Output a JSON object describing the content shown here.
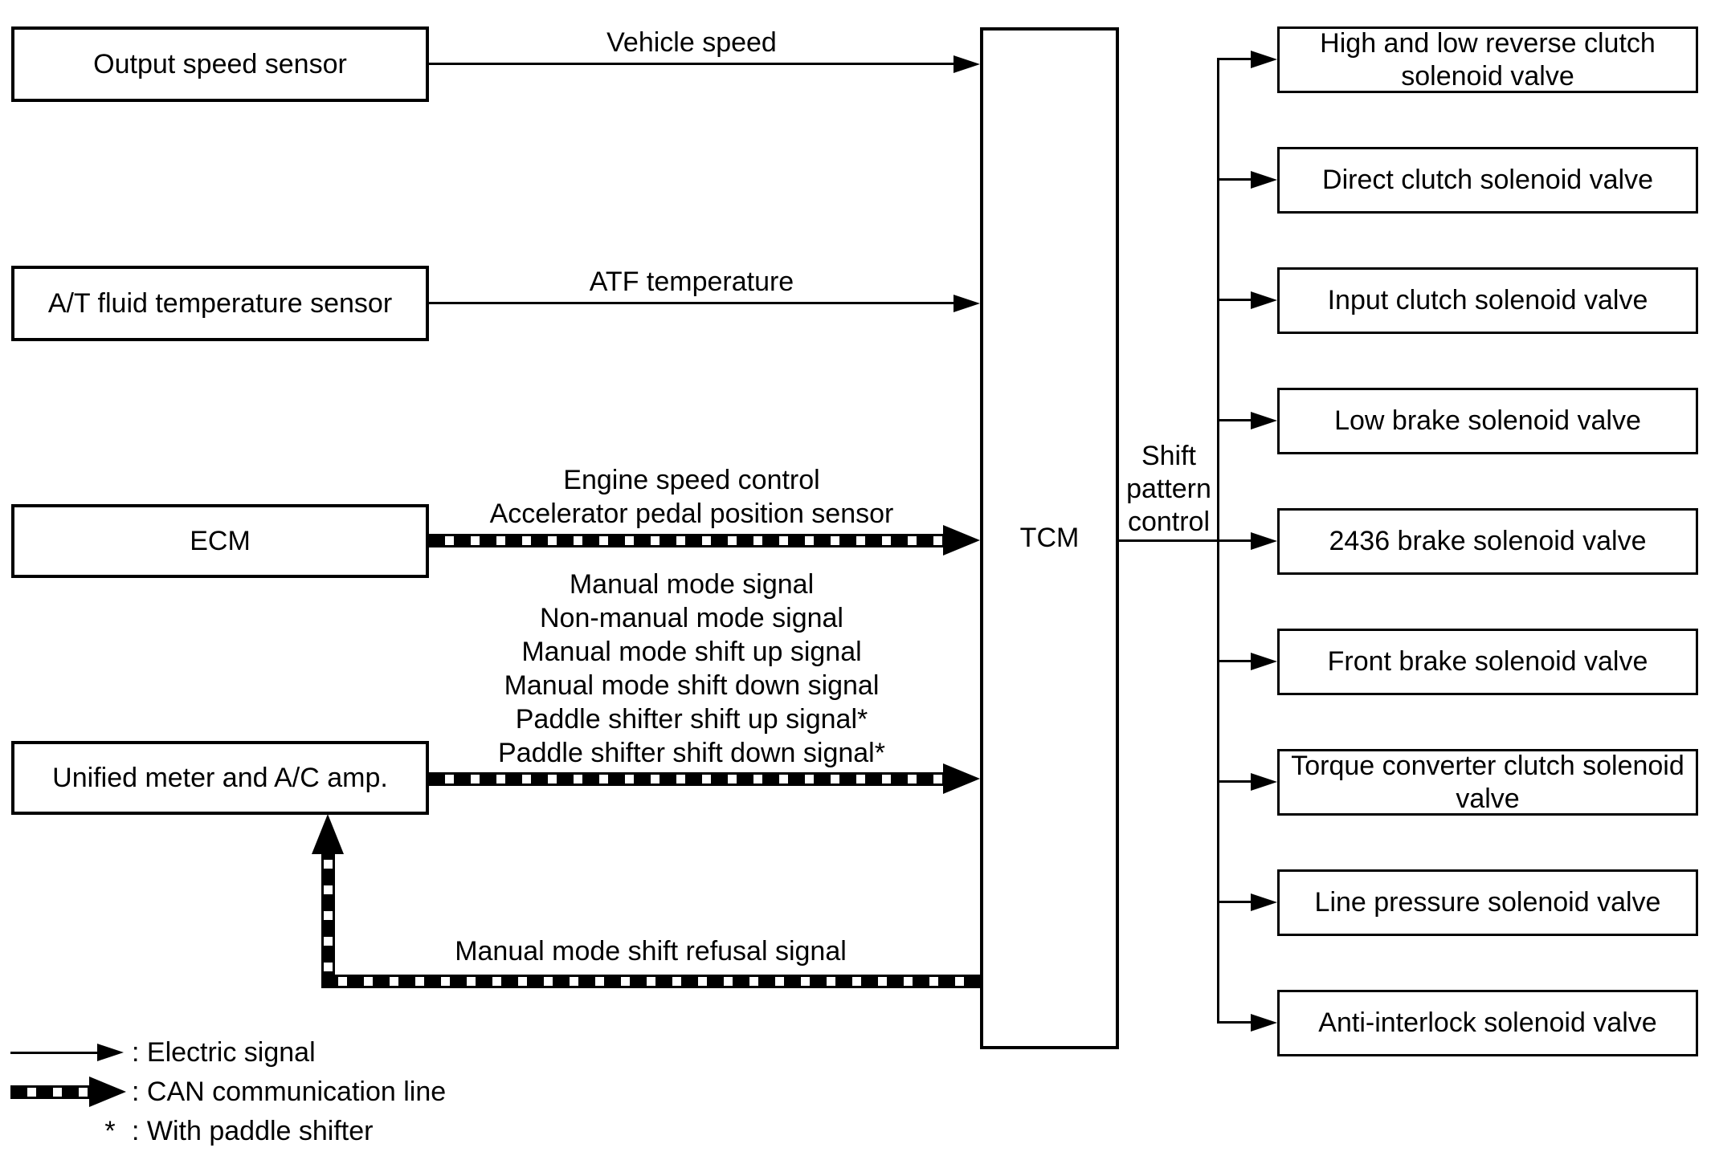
{
  "diagram": {
    "left_boxes": [
      {
        "label": "Output speed sensor"
      },
      {
        "label": "A/T fluid temperature sensor"
      },
      {
        "label": "ECM"
      },
      {
        "label": "Unified meter and A/C amp."
      }
    ],
    "tcm_label": "TCM",
    "right_boxes": [
      {
        "label": "High and low reverse clutch solenoid valve"
      },
      {
        "label": "Direct clutch solenoid valve"
      },
      {
        "label": "Input clutch solenoid valve"
      },
      {
        "label": "Low brake solenoid valve"
      },
      {
        "label": "2436 brake solenoid valve"
      },
      {
        "label": "Front brake solenoid valve"
      },
      {
        "label": "Torque converter clutch solenoid valve"
      },
      {
        "label": "Line pressure solenoid valve"
      },
      {
        "label": "Anti-interlock solenoid valve"
      }
    ],
    "labels": {
      "vehicle_speed": "Vehicle speed",
      "atf_temperature": "ATF temperature",
      "ecm_can_line1": "Engine speed control",
      "ecm_can_line2": "Accelerator pedal position sensor",
      "meter_can_line1": "Manual mode signal",
      "meter_can_line2": "Non-manual mode signal",
      "meter_can_line3": "Manual mode shift up signal",
      "meter_can_line4": "Manual mode shift down signal",
      "meter_can_line5": "Paddle shifter shift up signal*",
      "meter_can_line6": "Paddle shifter shift down signal*",
      "refusal": "Manual mode shift refusal signal",
      "shift_pattern": "Shift pattern control"
    },
    "legend": {
      "electric": ": Electric signal",
      "can": ": CAN communication line",
      "asterisk_symbol": "*",
      "asterisk": ": With paddle shifter"
    },
    "colors": {
      "line": "#000000",
      "background": "#ffffff"
    }
  }
}
